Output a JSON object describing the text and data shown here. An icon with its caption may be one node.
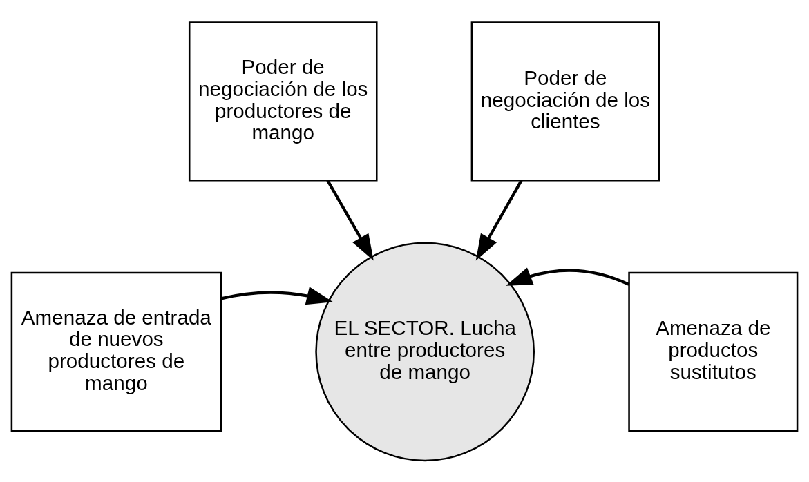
{
  "diagram": {
    "nodes": [
      {
        "text": [
          "Poder de negociación de los productores de mango"
        ]
      },
      {
        "text": [
          "Poder de negociación de los clientes"
        ]
      },
      {
        "text": [
          "Amenaza de entrada de nuevos productores de mango"
        ]
      },
      {
        "text": [
          "Amenaza de productos sustitutos"
        ]
      },
      {
        "text": [
          "EL SECTOR. Lucha entre productores de mango"
        ]
      }
    ],
    "edges": [
      {
        "from": 0,
        "to": 4,
        "arrow": "to"
      },
      {
        "from": 1,
        "to": 4,
        "arrow": "to"
      },
      {
        "from": 2,
        "to": 4,
        "arrow": "to"
      },
      {
        "from": 3,
        "to": 4,
        "arrow": "to"
      }
    ]
  }
}
